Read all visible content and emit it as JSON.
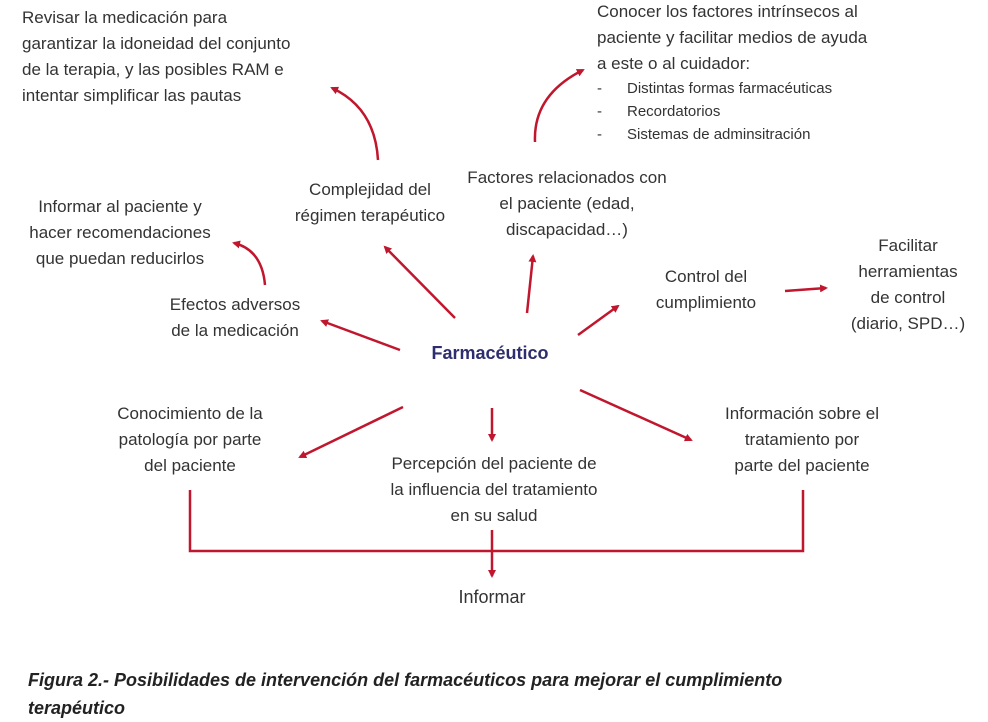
{
  "hub": "Farmacéutico",
  "nodes": {
    "revisar": [
      "Revisar la medicación para",
      "garantizar la idoneidad del conjunto",
      "de la terapia, y las posibles RAM e",
      "intentar simplificar las pautas"
    ],
    "conocer": {
      "lines": [
        "Conocer los factores intrínsecos al",
        "paciente y facilitar medios de ayuda",
        "a este o al cuidador:"
      ],
      "bullets": [
        "Distintas formas farmacéuticas",
        "Recordatorios",
        "Sistemas de adminsitración"
      ],
      "dash": "-"
    },
    "complejidad": [
      "Complejidad del",
      "régimen terapéutico"
    ],
    "factores": [
      "Factores relacionados con",
      "el paciente (edad,",
      "discapacidad…)"
    ],
    "informar_paciente": [
      "Informar al paciente y",
      "hacer recomendaciones",
      "que puedan reducirlos"
    ],
    "efectos": [
      "Efectos adversos",
      "de la medicación"
    ],
    "control": [
      "Control del",
      "cumplimiento"
    ],
    "facilitar": [
      "Facilitar",
      "herramientas",
      "de control",
      "(diario, SPD…)"
    ],
    "conocimiento": [
      "Conocimiento de la",
      "patología por parte",
      "del paciente"
    ],
    "percepcion": [
      "Percepción del paciente de",
      "la influencia del tratamiento",
      "en su salud"
    ],
    "informacion": [
      "Información sobre el",
      "tratamiento por",
      "parte del paciente"
    ],
    "informar": "Informar"
  },
  "caption": [
    "Figura 2.- Posibilidades de intervención del farmacéuticos para mejorar el cumplimiento",
    "terapéutico"
  ],
  "colors": {
    "arrow": "#c0172e",
    "hub": "#2e2e6e",
    "text": "#333333"
  }
}
